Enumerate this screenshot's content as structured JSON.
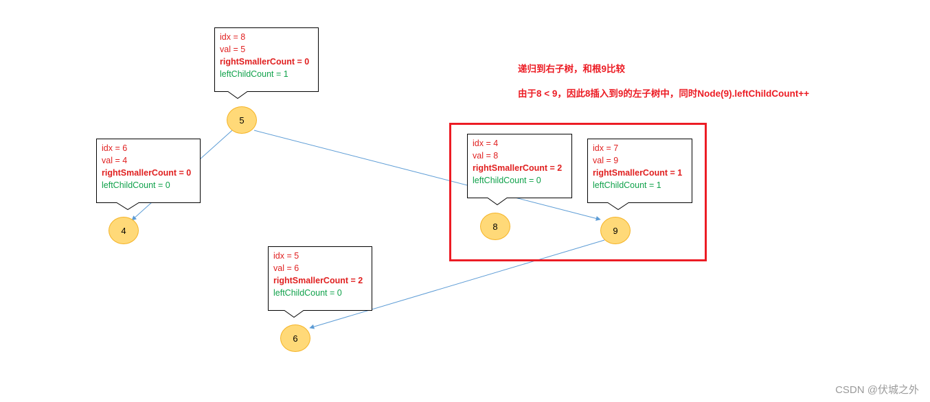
{
  "annotations": {
    "line1": "递归到右子树，和根9比较",
    "line2": "由于8 < 9，因此8插入到9的左子树中，同时Node(9).leftChildCount++"
  },
  "nodes": [
    {
      "id": "n5",
      "label": "5"
    },
    {
      "id": "n4",
      "label": "4"
    },
    {
      "id": "n9",
      "label": "9"
    },
    {
      "id": "n8",
      "label": "8"
    },
    {
      "id": "n6",
      "label": "6"
    }
  ],
  "callouts": [
    {
      "node": "n5",
      "idx": "idx = 8",
      "val": "val = 5",
      "rsc": "rightSmallerCount = 0",
      "lcc": "leftChildCount = 1"
    },
    {
      "node": "n4",
      "idx": "idx = 6",
      "val": "val = 4",
      "rsc": "rightSmallerCount = 0",
      "lcc": "leftChildCount = 0"
    },
    {
      "node": "n8",
      "idx": "idx = 4",
      "val": "val = 8",
      "rsc": "rightSmallerCount = 2",
      "lcc": "leftChildCount = 0"
    },
    {
      "node": "n9",
      "idx": "idx = 7",
      "val": "val = 9",
      "rsc": "rightSmallerCount = 1",
      "lcc": "leftChildCount = 1"
    },
    {
      "node": "n6",
      "idx": "idx = 5",
      "val": "val = 6",
      "rsc": "rightSmallerCount = 2",
      "lcc": "leftChildCount = 0"
    }
  ],
  "edges": [
    {
      "from": "n5",
      "to": "n4"
    },
    {
      "from": "n5",
      "to": "n9"
    },
    {
      "from": "n9",
      "to": "n6"
    }
  ],
  "watermark": "CSDN @伏城之外",
  "colors": {
    "edge": "#5b9bd5",
    "node_fill": "#ffd978",
    "node_border": "#f5b325",
    "highlight": "#ec1c24",
    "red_text": "#e01f1f",
    "green_text": "#0fa14a"
  }
}
